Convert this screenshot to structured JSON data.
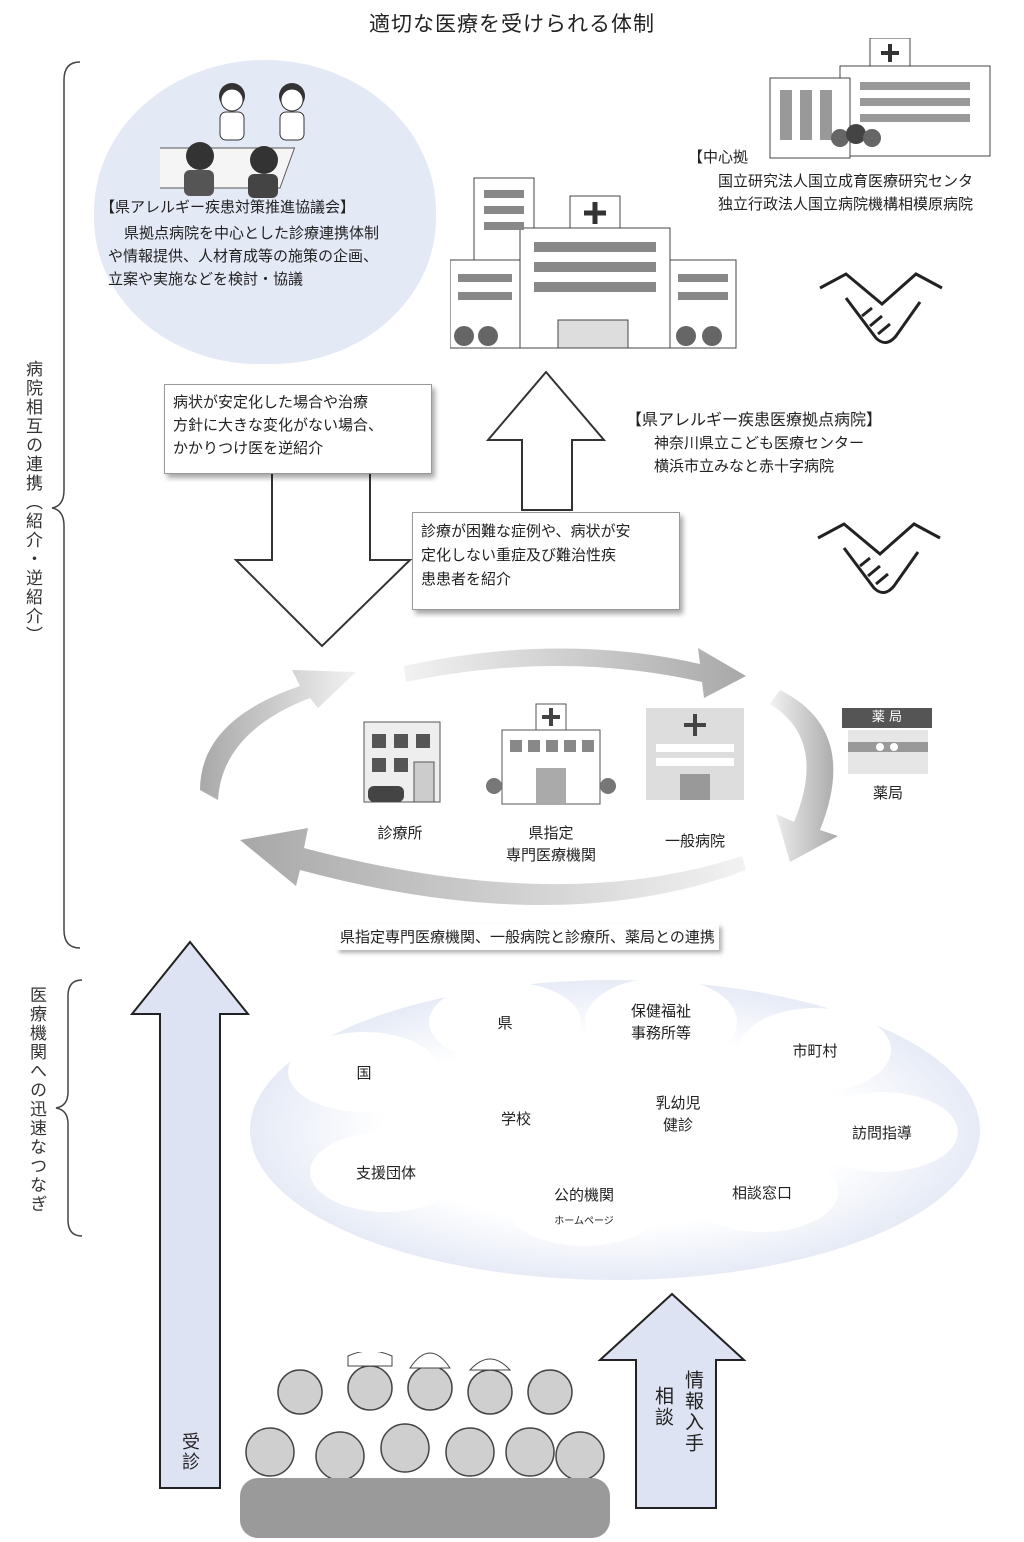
{
  "title": "適切な医療を受けられる体制",
  "side_labels": {
    "upper": "病院相互の連携（紹介・逆紹介）",
    "lower": "医療機関への迅速なつなぎ"
  },
  "council": {
    "heading": "【県アレルギー疾患対策推進協議会】",
    "body": [
      "県拠点病院を中心とした診療連携体制",
      "や情報提供、人材育成等の施策の企画、",
      "立案や実施などを検討・協議"
    ]
  },
  "central_hospital": {
    "heading": "【中心拠",
    "lines": [
      "国立研究法人国立成育医療研究センタ",
      "独立行政法人国立病院機構相模原病院"
    ]
  },
  "base_hospital": {
    "heading": "【県アレルギー疾患医療拠点病院】",
    "lines": [
      "神奈川県立こども医療センター",
      "横浜市立みなと赤十字病院"
    ]
  },
  "arrow_down_text": [
    "病状が安定化した場合や治療",
    "方針に大きな変化がない場合、",
    "かかりつけ医を逆紹介"
  ],
  "arrow_up_text": [
    "診療が困難な症例や、病状が安",
    "定化しない重症及び難治性疾",
    "患患者を紹介"
  ],
  "facilities": {
    "clinic": "診療所",
    "designated": [
      "県指定",
      "専門医療機関"
    ],
    "general": "一般病院",
    "pharmacy": "薬局",
    "pharmacy_sign": "薬 局"
  },
  "cycle_caption": "県指定専門医療機関、一般病院と診療所、薬局との連携",
  "ovals": {
    "pref": "県",
    "hoken": [
      "保健福祉",
      "事務所等"
    ],
    "city": "市町村",
    "country": "国",
    "school": "学校",
    "infant": [
      "乳幼児",
      "健診"
    ],
    "visit": "訪問指導",
    "support": "支援団体",
    "public": "公的機関",
    "public_sub": "ホームページ",
    "consult": "相談窓口"
  },
  "bottom_arrows": {
    "visit": "受診",
    "info": "情報入手",
    "consult": "相談"
  },
  "colors": {
    "arrow_fill": "#dde3f3",
    "bubble": "#e4e9f6",
    "gray_arrow": "#b8b8b8"
  }
}
